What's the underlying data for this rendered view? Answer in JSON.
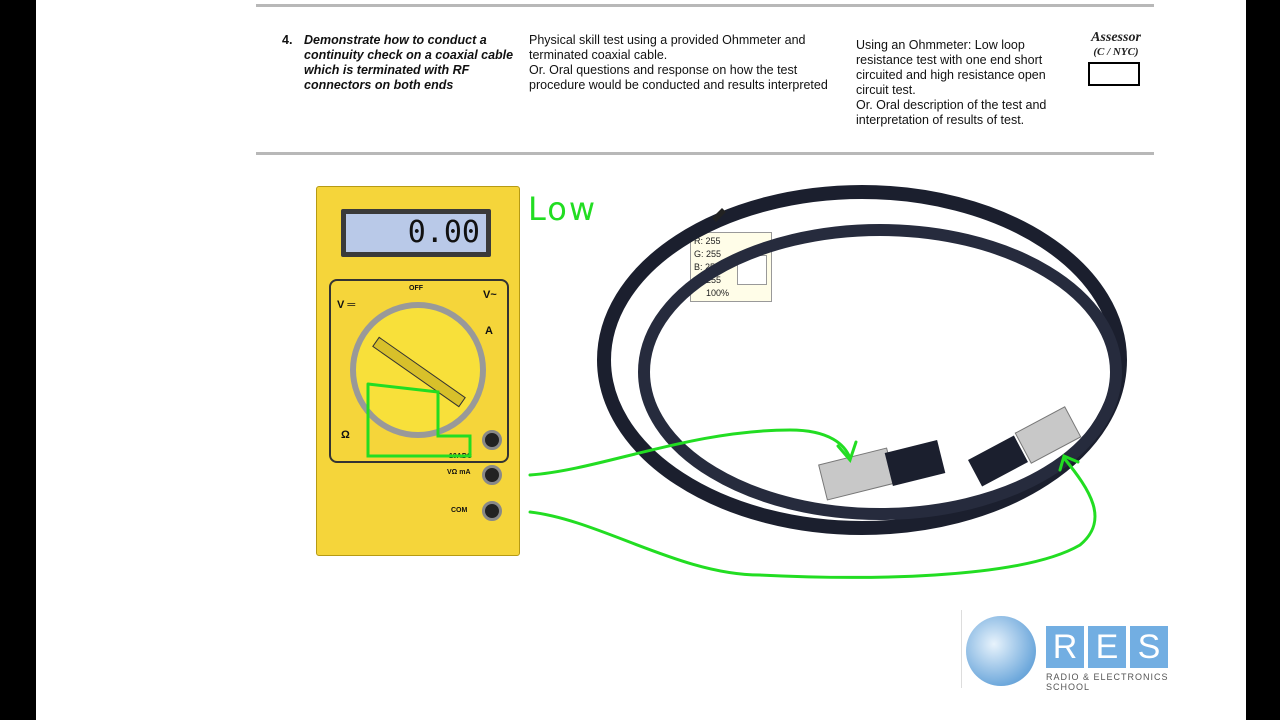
{
  "task": {
    "number": "4.",
    "outcome": "Demonstrate how to conduct a continuity check on a coaxial cable which is terminated with RF connectors on both ends",
    "method": "Physical skill test using a provided Ohmmeter and terminated coaxial cable.",
    "method_alt": "Or. Oral questions and response on how the test procedure would be conducted and results interpreted",
    "criteria": "Using an Ohmmeter: Low loop resistance test with one end short circuited and high resistance open circuit test.",
    "criteria_alt": "Or. Oral description of the test and interpretation of results of test.",
    "assessor_label": "Assessor",
    "assessor_sub": "(C / NYC)"
  },
  "meter": {
    "reading": "0.00",
    "labels": {
      "v_dc": "V ═",
      "v_ac": "V~",
      "amps": "A",
      "ohm": "Ω",
      "off": "OFF",
      "com": "COM",
      "vma": "VΩ mA",
      "tenadc": "10ADC"
    }
  },
  "annotation": {
    "text": "Low",
    "color": "#22dd22"
  },
  "color_picker": {
    "r": "R: 255",
    "g": "G: 255",
    "b": "B: 255",
    "o": "O: 255",
    "zoom": "100%"
  },
  "logo": {
    "letters": [
      "R",
      "E",
      "S"
    ],
    "tagline": "RADIO & ELECTRONICS SCHOOL"
  }
}
